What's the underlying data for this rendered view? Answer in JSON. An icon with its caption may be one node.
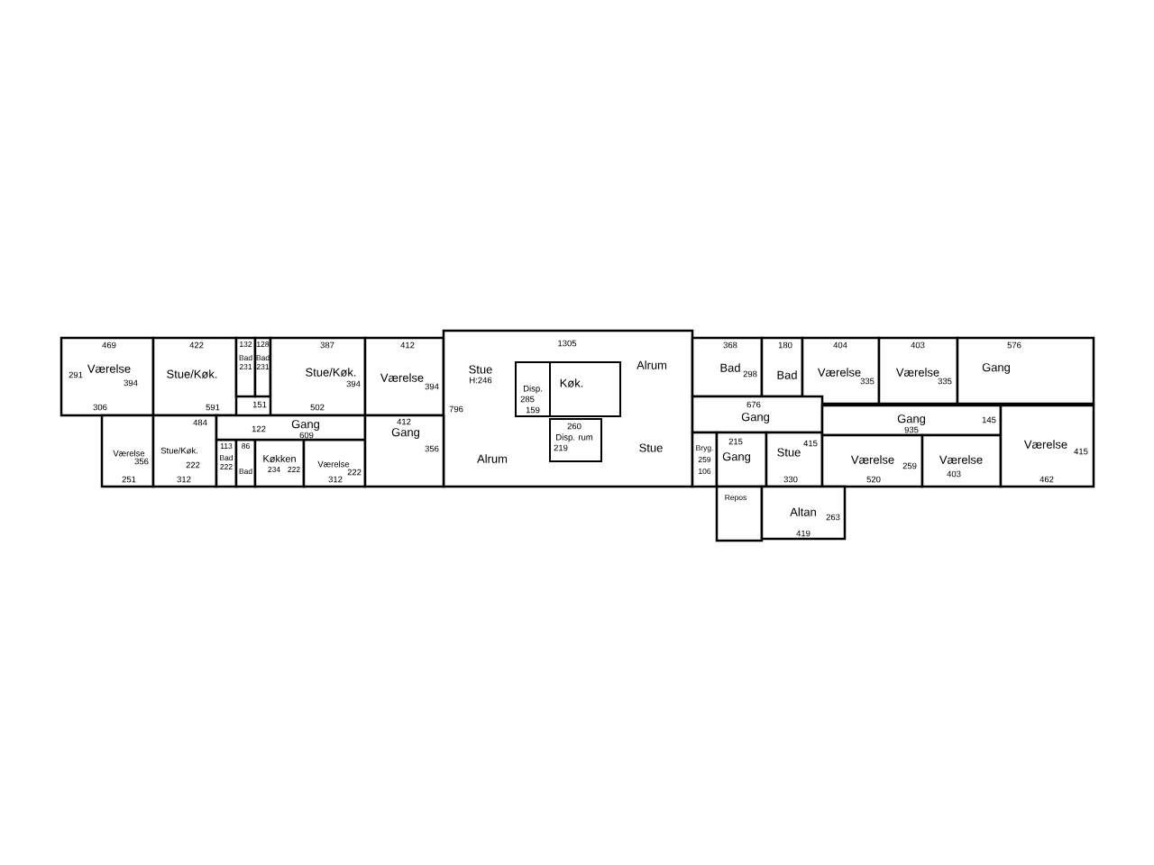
{
  "diagram": {
    "nodes": [
      {
        "text": [
          "469",
          "Værelse",
          "291",
          "394",
          "306"
        ]
      },
      {
        "text": [
          "422",
          "Stue/Køk.",
          "591"
        ]
      },
      {
        "text": [
          "132",
          "Bad",
          "231"
        ]
      },
      {
        "text": [
          "128",
          "Bad",
          "231"
        ]
      },
      {
        "text": [
          "387",
          "Stue/Køk.",
          "394",
          "502"
        ]
      },
      {
        "text": [
          "412",
          "Værelse",
          "394"
        ]
      },
      {
        "text": [
          "1305",
          "Stue",
          "H:246",
          "Alrum",
          "796",
          "Alrum",
          "Stue"
        ]
      },
      {
        "text": [
          "Disp.",
          "285",
          "159"
        ],
        "in": 6
      },
      {
        "text": [
          "Køk."
        ],
        "in": 6
      },
      {
        "text": [
          "260",
          "Disp. rum",
          "219"
        ],
        "in": 6
      },
      {
        "text": [
          "Værelse",
          "356",
          "251"
        ]
      },
      {
        "text": [
          "484",
          "Stue/Køk.",
          "222",
          "312"
        ]
      },
      {
        "text": [
          "113",
          "Bad",
          "222"
        ]
      },
      {
        "text": [
          "86",
          "Bad"
        ]
      },
      {
        "text": [
          "Køkken",
          "234",
          "222"
        ]
      },
      {
        "text": [
          "Værelse",
          "222",
          "312"
        ]
      },
      {
        "text": [
          "122",
          "Gang",
          "609"
        ]
      },
      {
        "text": [
          "412",
          "Gang",
          "356"
        ]
      },
      {
        "text": [
          "368",
          "Bad",
          "298"
        ]
      },
      {
        "text": [
          "180",
          "Bad"
        ]
      },
      {
        "text": [
          "404",
          "Værelse",
          "335"
        ]
      },
      {
        "text": [
          "403",
          "Værelse",
          "335"
        ]
      },
      {
        "text": [
          "576",
          "Gang"
        ]
      },
      {
        "text": [
          "676",
          "Gang"
        ]
      },
      {
        "text": [
          "Bryg.",
          "259",
          "106"
        ]
      },
      {
        "text": [
          "215",
          "Gang"
        ]
      },
      {
        "text": [
          "415",
          "Stue",
          "330"
        ]
      },
      {
        "text": [
          "Gang",
          "935",
          "145"
        ]
      },
      {
        "text": [
          "Værelse",
          "259",
          "520"
        ]
      },
      {
        "text": [
          "Værelse",
          "403"
        ]
      },
      {
        "text": [
          "Værelse",
          "415",
          "462"
        ]
      },
      {
        "text": [
          "Repos"
        ]
      },
      {
        "text": [
          "Altan",
          "263",
          "419"
        ]
      }
    ],
    "labels": [
      "151"
    ]
  }
}
